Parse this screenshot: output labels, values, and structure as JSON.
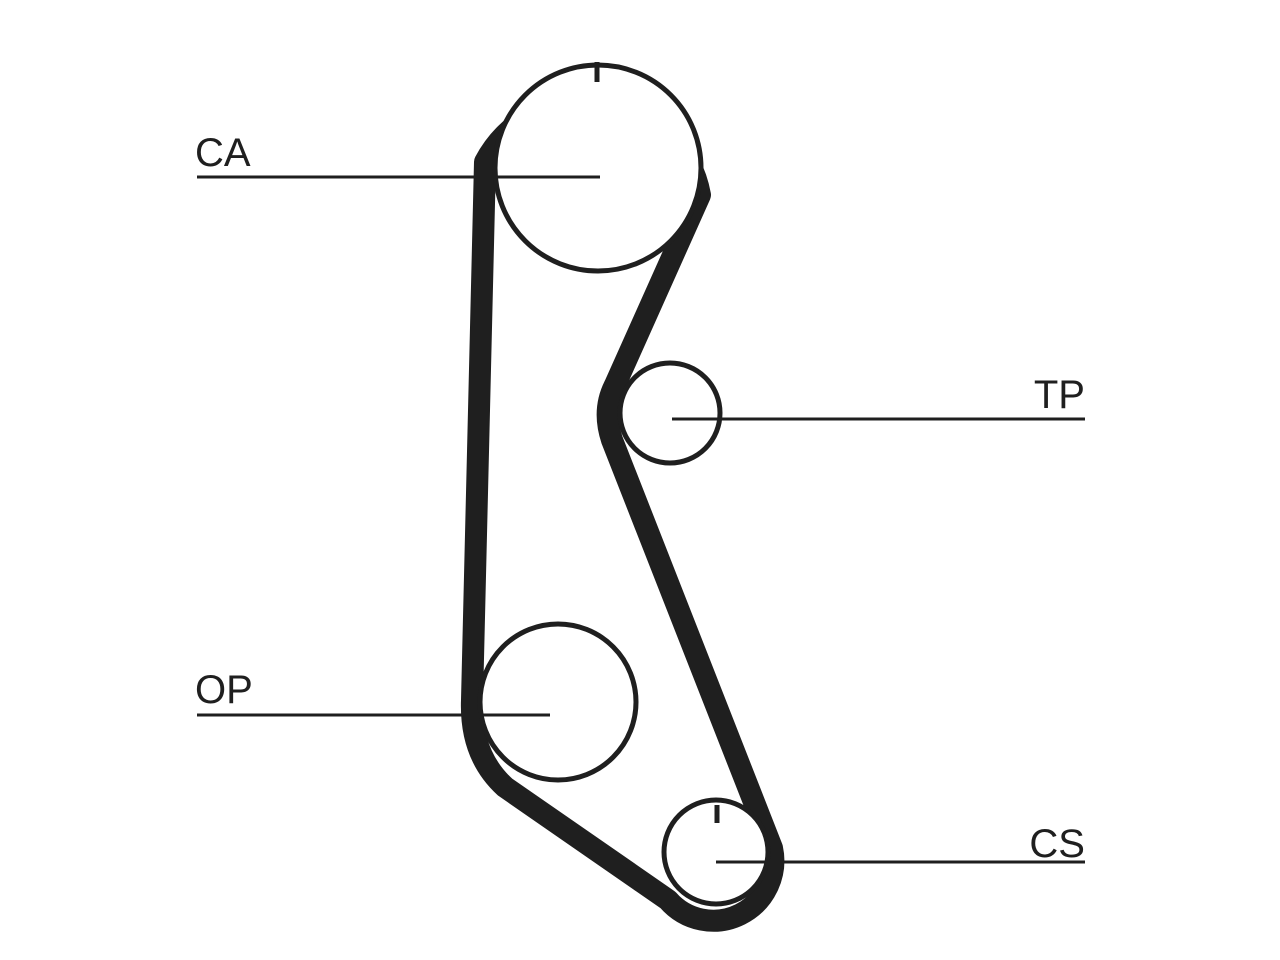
{
  "diagram": {
    "labels": {
      "ca": "CA",
      "tp": "TP",
      "op": "OP",
      "cs": "CS"
    },
    "colors": {
      "line": "#1f1f1f",
      "background": "#ffffff"
    }
  }
}
